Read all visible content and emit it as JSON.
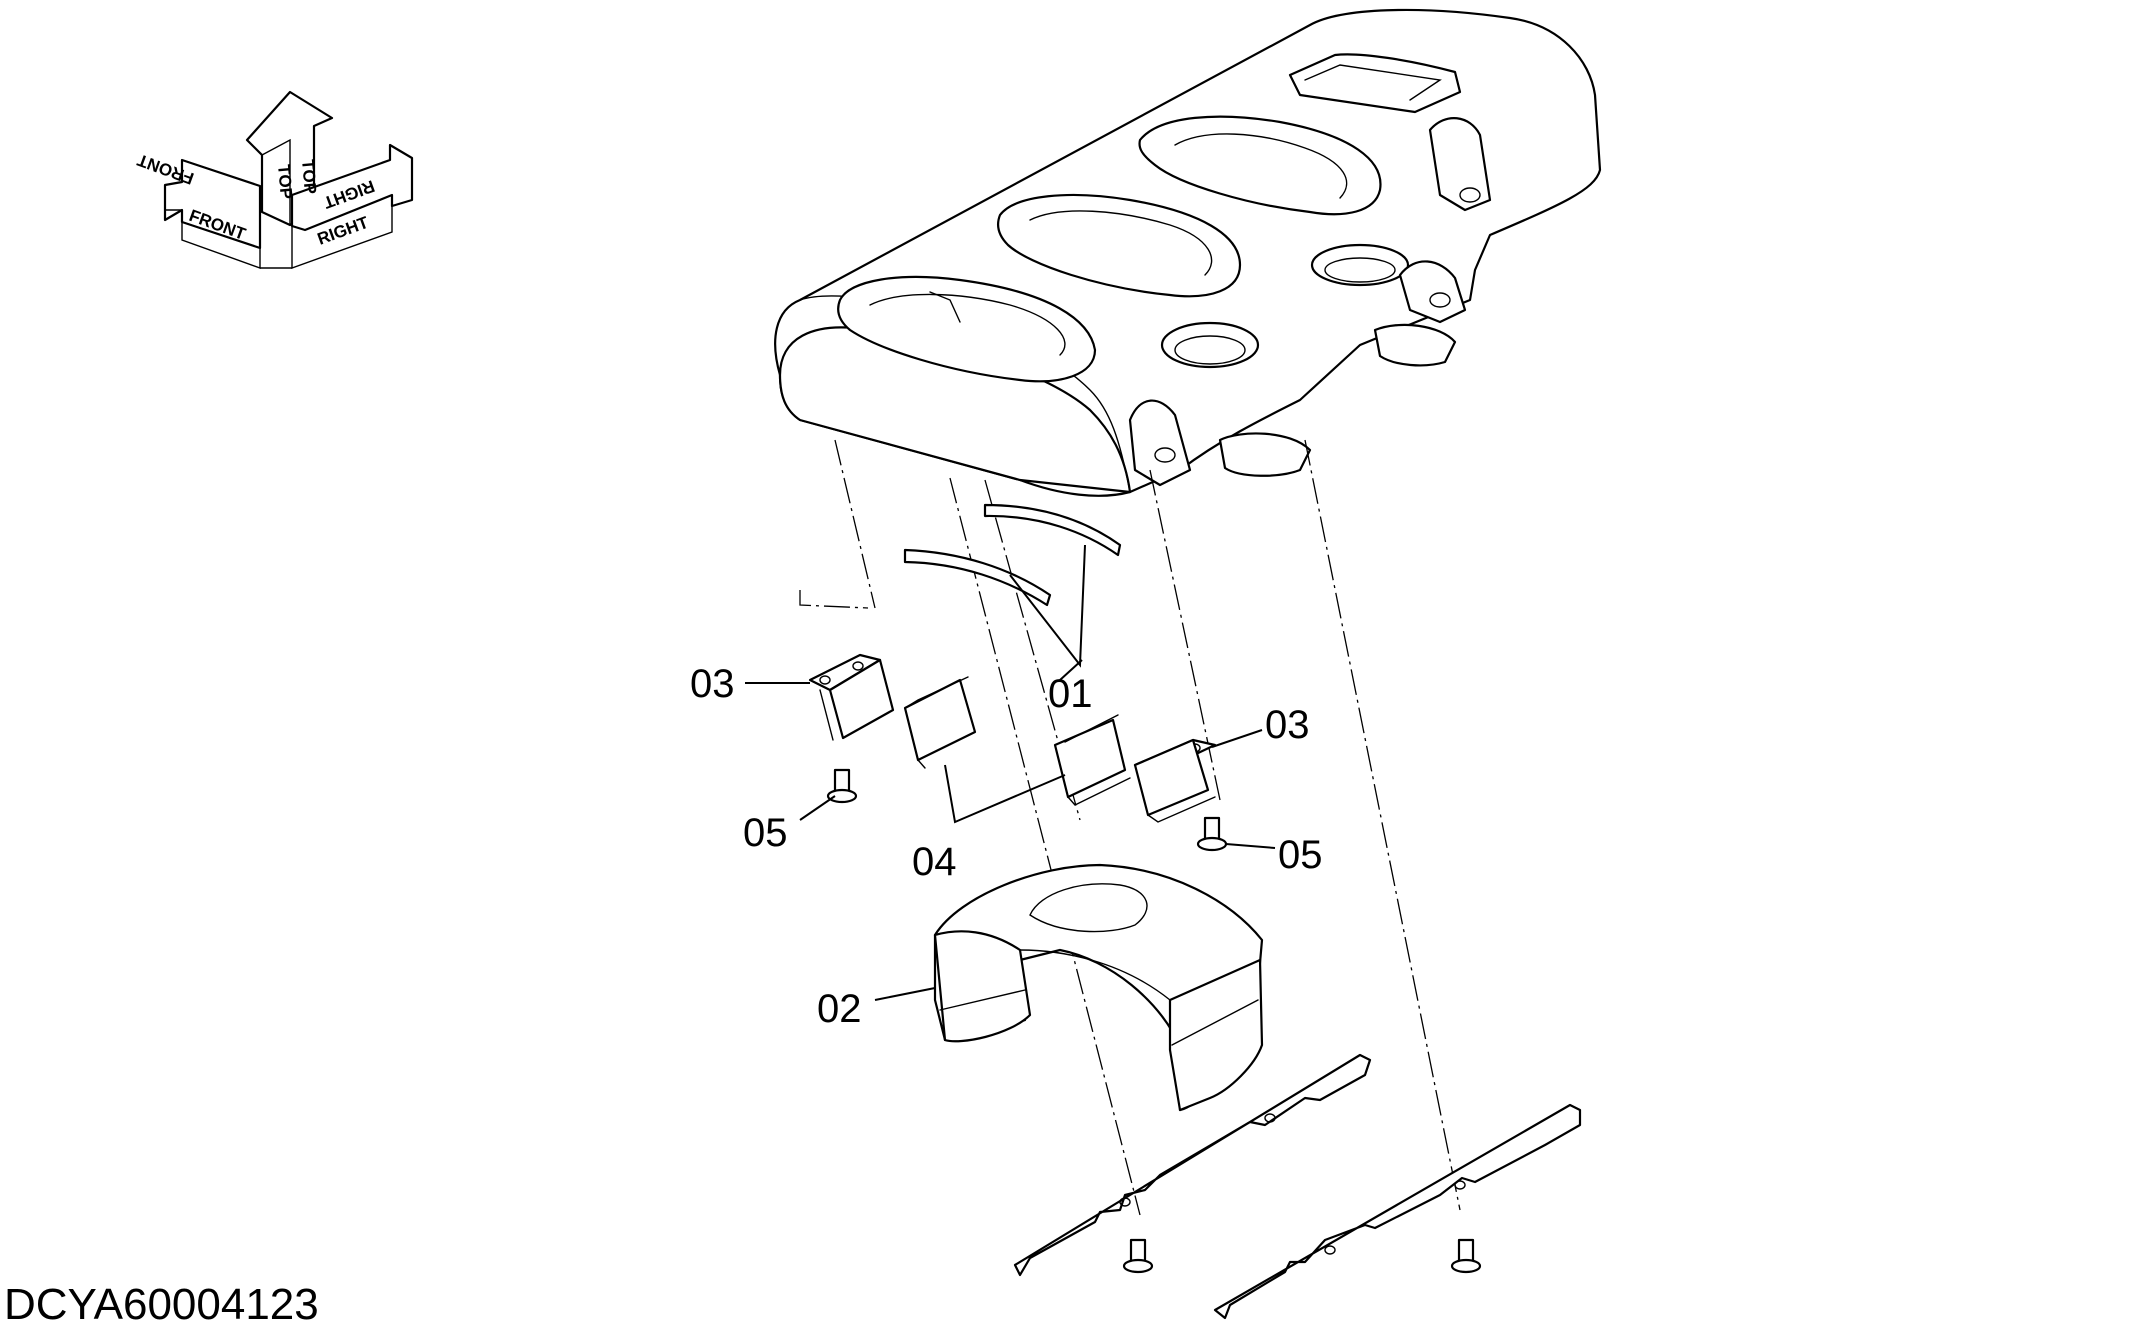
{
  "orientation": {
    "front": "FRONT",
    "top": "TOP",
    "right": "RIGHT"
  },
  "callouts": {
    "c01": "01",
    "c02": "02",
    "c03_left": "03",
    "c03_right": "03",
    "c04": "04",
    "c05_left": "05",
    "c05_right": "05"
  },
  "document_id": "DCYA60004123"
}
